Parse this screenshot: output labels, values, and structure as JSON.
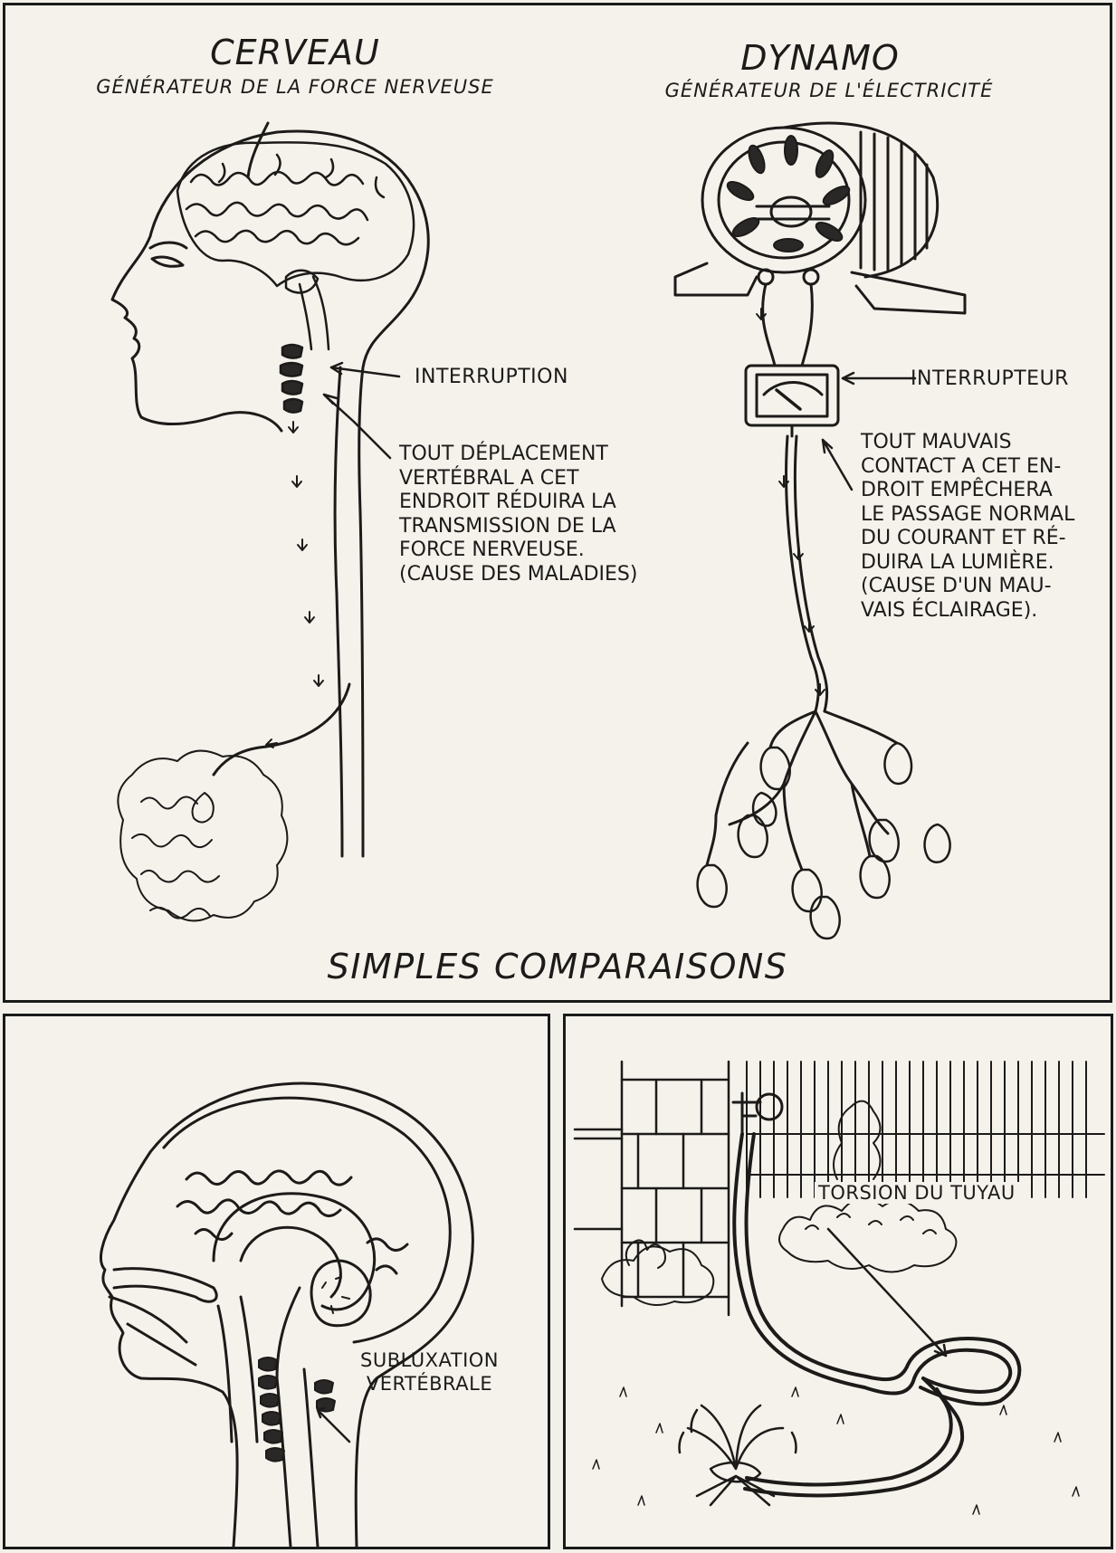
{
  "top": {
    "left": {
      "title": "CERVEAU",
      "subtitle": "GÉNÉRATEUR DE LA FORCE NERVEUSE",
      "label": "INTERRUPTION",
      "note_lines": [
        "TOUT DÉPLACEMENT",
        "VERTÉBRAL A CET",
        "ENDROIT RÉDUIRA LA",
        "TRANSMISSION DE LA",
        "FORCE NERVEUSE.",
        "(CAUSE DES MALADIES)"
      ]
    },
    "right": {
      "title": "DYNAMO",
      "subtitle": "GÉNÉRATEUR DE L'ÉLECTRICITÉ",
      "label": "INTERRUPTEUR",
      "note_lines": [
        "TOUT MAUVAIS",
        "CONTACT A CET EN-",
        "DROIT EMPÊCHERA",
        "LE PASSAGE NORMAL",
        "DU COURANT ET RÉ-",
        "DUIRA LA LUMIÈRE.",
        "(CAUSE D'UN MAU-",
        "VAIS ÉCLAIRAGE)."
      ]
    },
    "caption": "SIMPLES COMPARAISONS"
  },
  "bottom_left": {
    "label_lines": [
      "SUBLUXATION",
      "VERTÉBRALE"
    ]
  },
  "bottom_right": {
    "label": "TORSION DU TUYAU"
  },
  "colors": {
    "ink": "#1c1b19",
    "paper": "#f3f0ea",
    "border": "#1a1a1a"
  }
}
